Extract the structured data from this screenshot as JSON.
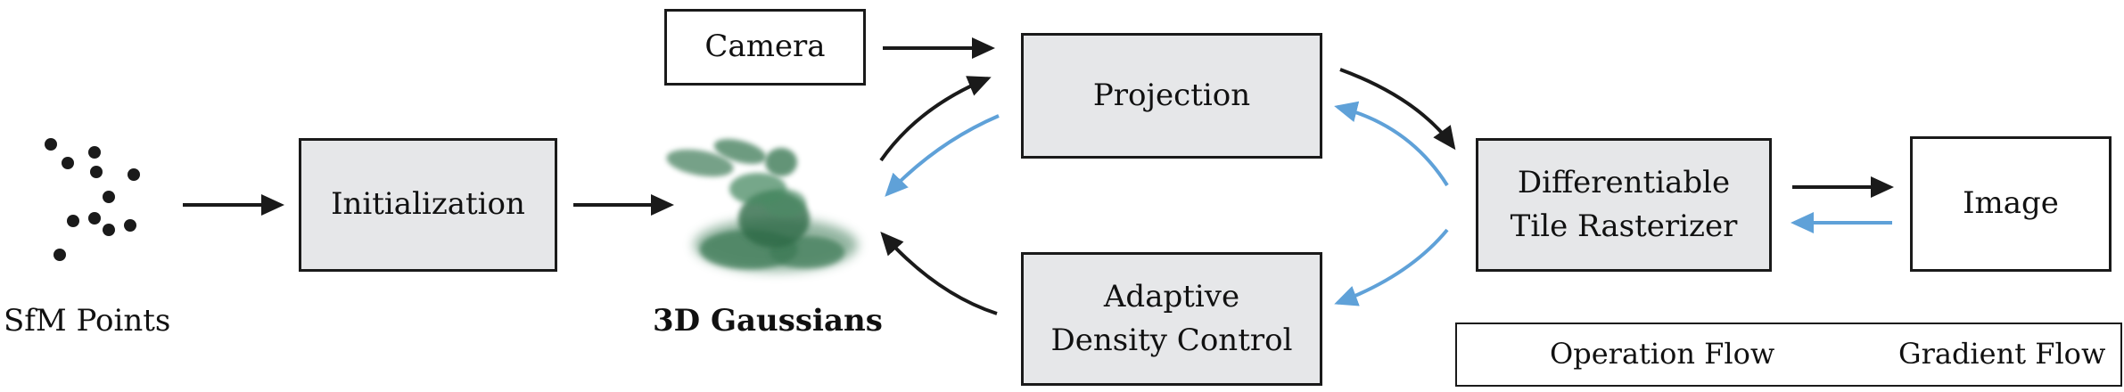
{
  "nodes": {
    "sfm_points": "SfM Points",
    "initialization": "Initialization",
    "gaussians": "3D Gaussians",
    "camera": "Camera",
    "projection": "Projection",
    "density_control_line1": "Adaptive",
    "density_control_line2": "Density Control",
    "rasterizer_line1": "Differentiable",
    "rasterizer_line2": "Tile Rasterizer",
    "image": "Image"
  },
  "legend": {
    "operation": "Operation Flow",
    "gradient": "Gradient Flow"
  },
  "colors": {
    "operation": "#1a1a1a",
    "gradient": "#5fa1d8",
    "box_fill": "#e6e7e9",
    "gaussian": "#3d7a56"
  }
}
